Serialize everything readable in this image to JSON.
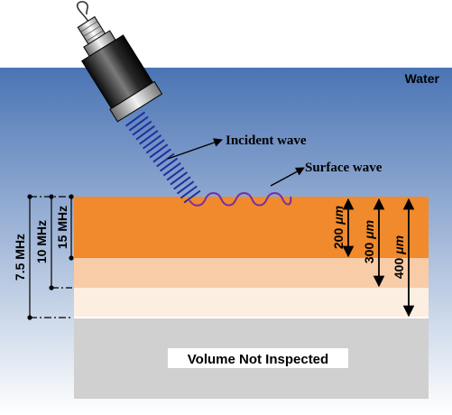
{
  "labels": {
    "water": "Water",
    "incident_wave": "Incident wave",
    "surface_wave": "Surface wave",
    "volume_not_inspected": "Volume Not Inspected"
  },
  "frequencies": [
    "7.5 MHz",
    "10 MHz",
    "15 MHz"
  ],
  "depths": [
    {
      "value": "200",
      "unit": "μm"
    },
    {
      "value": "300",
      "unit": "μm"
    },
    {
      "value": "400",
      "unit": "μm"
    }
  ],
  "colors": {
    "water_top": "#4a74b4",
    "water_bottom": "#ffffff",
    "layer_200": "#f08a2c",
    "layer_300": "#f9cca8",
    "layer_400": "#fdeee2",
    "uninspected": "#d0d0d0",
    "incident_wave": "#1f2fa0",
    "surface_wave": "#7a2fa0"
  },
  "icons": {
    "transducer": "ultrasonic-transducer-icon",
    "cable": "cable-icon"
  }
}
